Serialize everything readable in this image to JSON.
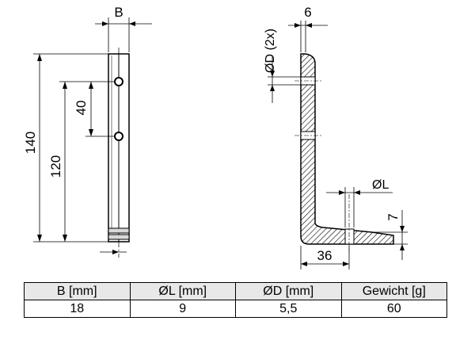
{
  "drawing": {
    "front_view": {
      "width_label": "B",
      "height_overall": "140",
      "hole_height": "120",
      "hole_spacing": "40"
    },
    "side_view": {
      "hole_label": "ØD (2x)",
      "thickness": "6",
      "slot_label": "ØL",
      "foot_height": "7",
      "foot_length": "36"
    }
  },
  "table": {
    "headers": [
      "B [mm]",
      "ØL [mm]",
      "ØD [mm]",
      "Gewicht [g]"
    ],
    "values": [
      "18",
      "9",
      "5,5",
      "60"
    ]
  }
}
